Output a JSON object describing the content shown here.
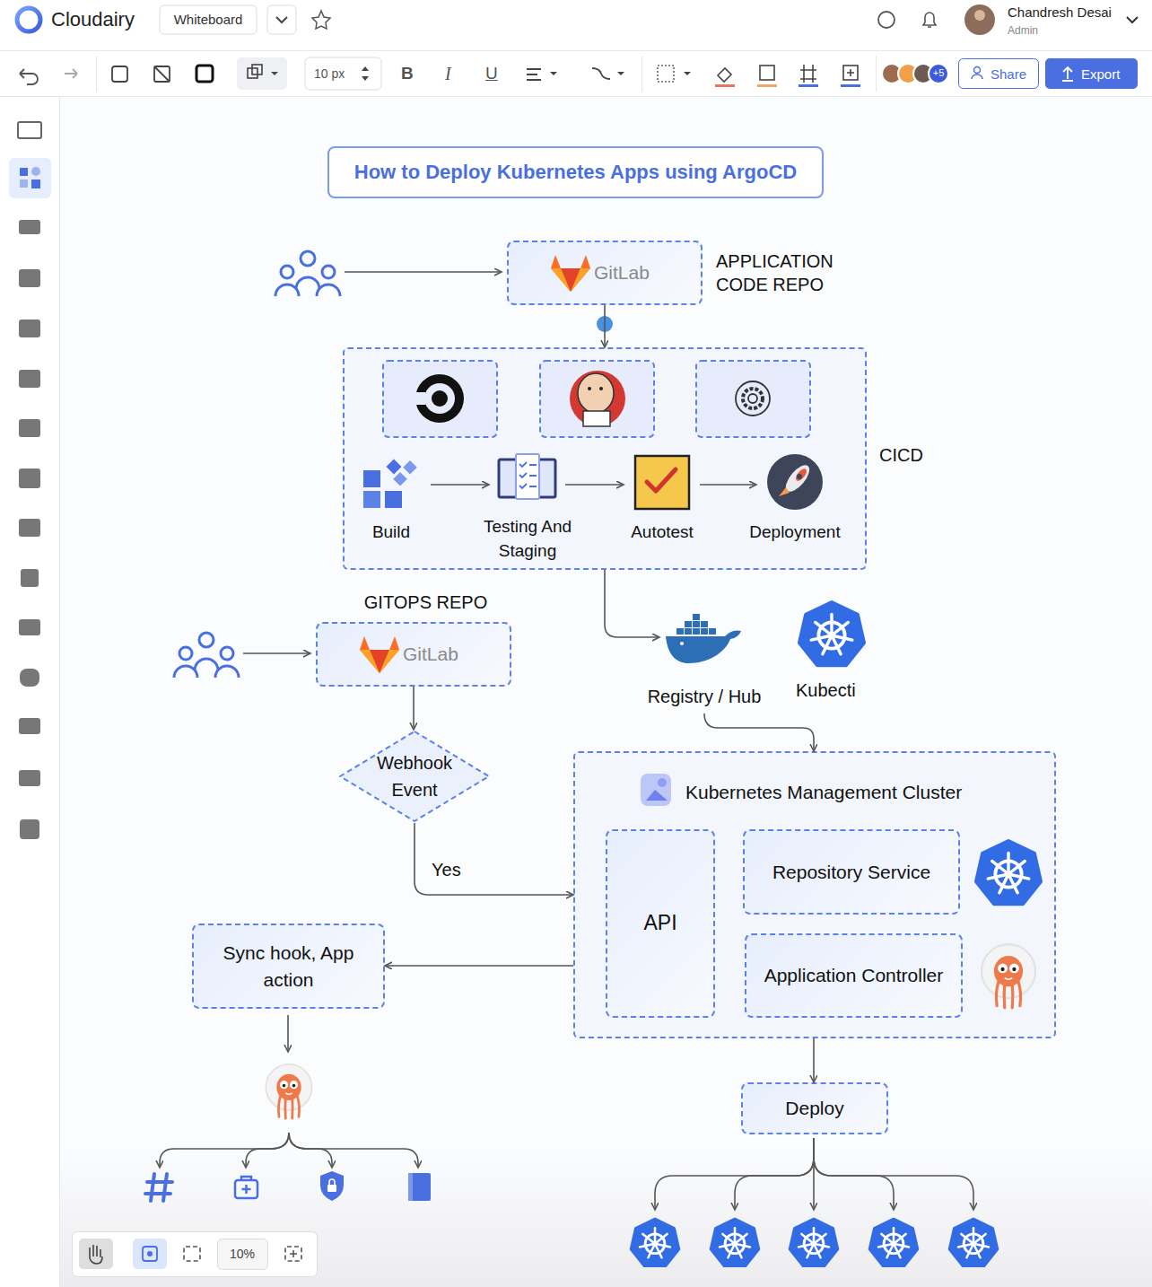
{
  "diagram": {
    "title": "How to Deploy Kubernetes Apps using ArgoCD",
    "nodes": [
      {
        "text": [
          "GitLab",
          "APPLICATION CODE REPO"
        ]
      },
      {
        "text": [
          "CICD"
        ]
      },
      {
        "text": [
          "Build"
        ],
        "in": 1
      },
      {
        "text": [
          "Testing And Staging"
        ],
        "in": 1
      },
      {
        "text": [
          "Autotest"
        ],
        "in": 1
      },
      {
        "text": [
          "Deployment"
        ],
        "in": 1
      },
      {
        "text": [
          "Registry / Hub"
        ]
      },
      {
        "text": [
          "GitLab",
          "GITOPS REPO"
        ]
      },
      {
        "text": [
          "Webhook Event"
        ]
      },
      {
        "text": [
          "Kubernetes Management Cluster"
        ]
      },
      {
        "text": [
          "API"
        ],
        "in": 9
      },
      {
        "text": [
          "Repository Service"
        ],
        "in": 9
      },
      {
        "text": [
          "Application Controller"
        ],
        "in": 9
      },
      {
        "text": [
          "Sync hook, App action"
        ]
      },
      {
        "text": [
          "Deploy"
        ]
      }
    ],
    "edges": [
      {
        "from": 0,
        "to": 1,
        "arrow": "to"
      },
      {
        "from": 2,
        "to": 3,
        "arrow": "to"
      },
      {
        "from": 3,
        "to": 4,
        "arrow": "to"
      },
      {
        "from": 4,
        "to": 5,
        "arrow": "to"
      },
      {
        "from": 1,
        "to": 6,
        "arrow": "to"
      },
      {
        "from": 6,
        "to": 9,
        "arrow": "to"
      },
      {
        "from": 7,
        "to": 8,
        "arrow": "to"
      },
      {
        "from": 8,
        "to": 9,
        "label": "Yes",
        "arrow": "to"
      },
      {
        "from": 9,
        "to": 13,
        "arrow": "to"
      },
      {
        "from": 9,
        "to": 14,
        "arrow": "to"
      }
    ],
    "labels": [
      "Cloudairy",
      "Whiteboard",
      "Chandresh Desai",
      "Admin",
      "10 px",
      "B",
      "I",
      "U",
      "+5",
      "Share",
      "Export",
      "Kubecti",
      "10%"
    ]
  }
}
